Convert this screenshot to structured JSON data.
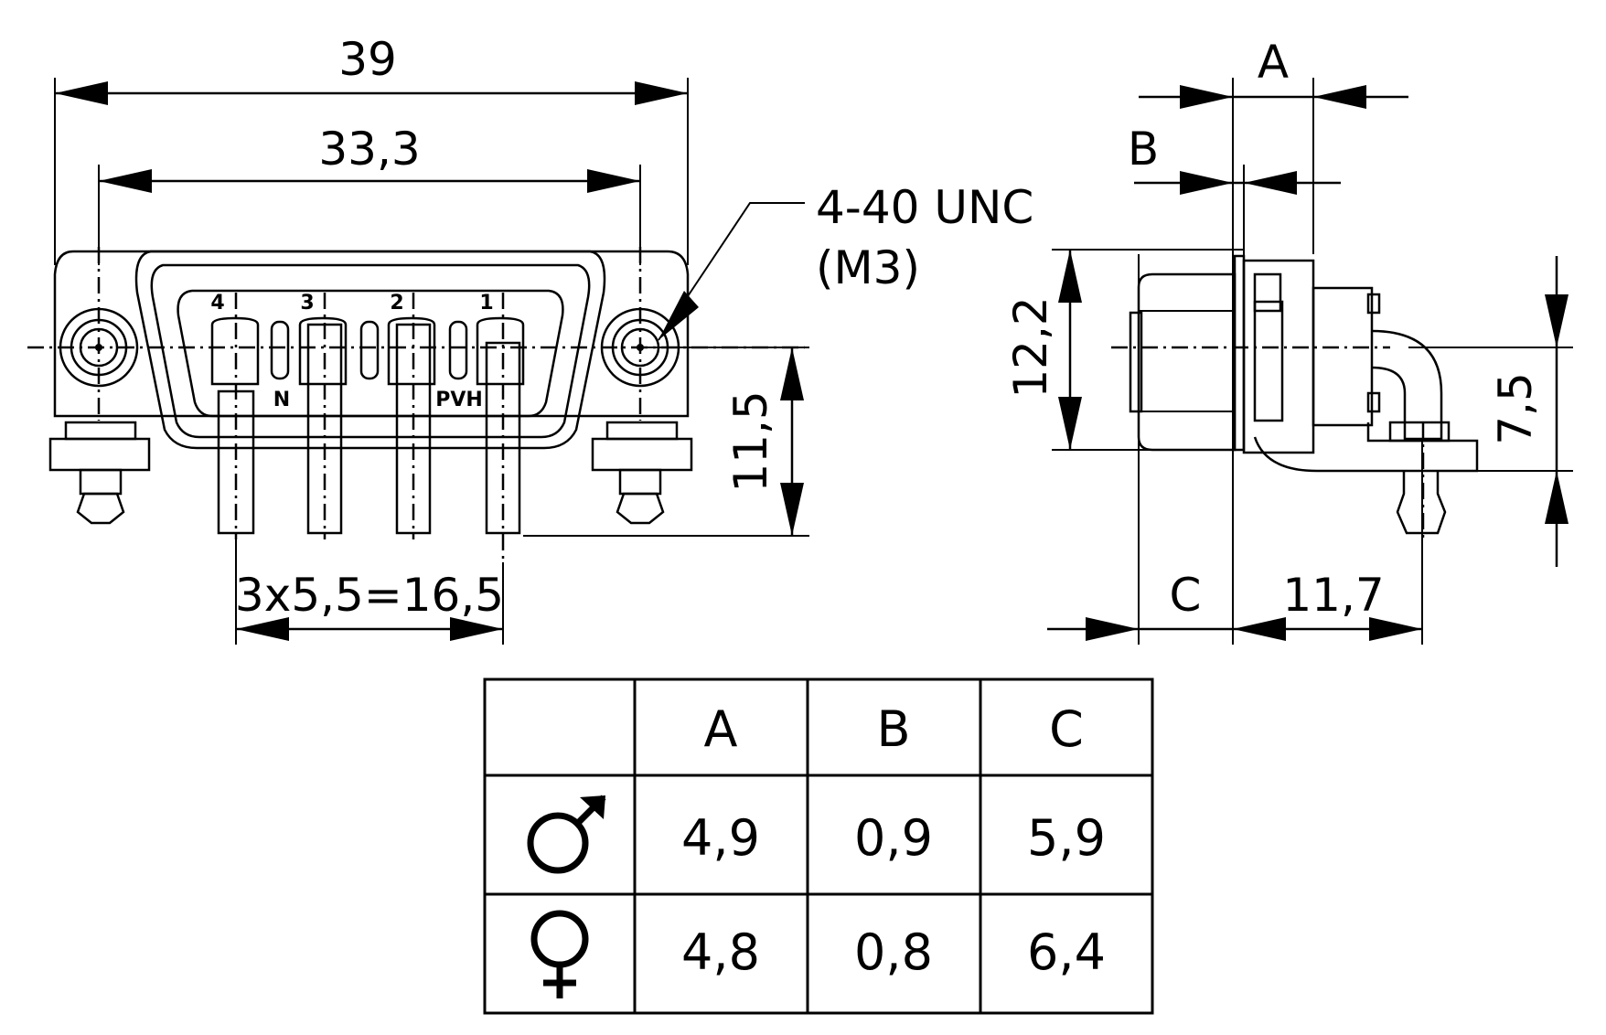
{
  "front_view": {
    "dim_overall_width": "39",
    "dim_hole_spacing": "33,3",
    "thread_label_line1": "4-40 UNC",
    "thread_label_line2": "(M3)",
    "dim_pin_height": "11,5",
    "dim_pin_pitch": "3x5,5=16,5",
    "pin_numbers": [
      "4",
      "3",
      "2",
      "1"
    ],
    "marking_n": "N",
    "marking_pvh": "PVH"
  },
  "side_view": {
    "label_a": "A",
    "label_b": "B",
    "label_c": "C",
    "dim_height": "12,2",
    "dim_pin_offset": "7,5",
    "dim_depth": "11,7"
  },
  "table": {
    "headers": [
      "",
      "A",
      "B",
      "C"
    ],
    "rows": [
      {
        "symbol": "male-symbol",
        "values": [
          "4,9",
          "0,9",
          "5,9"
        ]
      },
      {
        "symbol": "female-symbol",
        "values": [
          "4,8",
          "0,8",
          "6,4"
        ]
      }
    ]
  }
}
